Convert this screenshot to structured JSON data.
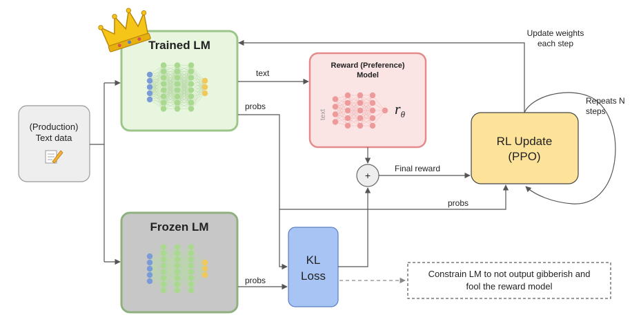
{
  "text_data": {
    "line1": "(Production)",
    "line2": "Text data",
    "icon": "memo-pencil-icon"
  },
  "trained_lm": {
    "title": "Trained LM",
    "badge_icon": "crown-icon"
  },
  "frozen_lm": {
    "title": "Frozen LM"
  },
  "reward_model": {
    "title_line1": "Reward (Preference)",
    "title_line2": "Model",
    "input_label": "text",
    "output_symbol": "r",
    "output_subscript": "θ"
  },
  "rl_update": {
    "line1": "RL Update",
    "line2": "(PPO)"
  },
  "kl_loss": {
    "line1": "KL",
    "line2": "Loss"
  },
  "sum_node": {
    "symbol": "+"
  },
  "constraint_note": {
    "line1": "Constrain LM to not output gibberish and",
    "line2": "fool the reward model"
  },
  "edges": {
    "text": "text",
    "probs_trained": "probs",
    "probs_frozen": "probs",
    "probs_rl": "probs",
    "final_reward": "Final reward",
    "update_weights_line1": "Update weights",
    "update_weights_line2": "each step",
    "repeats_line1": "Repeats N",
    "repeats_line2": "steps"
  },
  "colors": {
    "trained_fill": "#e8f5df",
    "trained_stroke": "#9cc58a",
    "frozen_fill": "#c7c7c7",
    "frozen_stroke": "#8fb07f",
    "reward_fill": "#fbe4e4",
    "reward_stroke": "#e58a8a",
    "rl_fill": "#fde39a",
    "rl_stroke": "#444444",
    "kl_fill": "#a8c4f4",
    "kl_stroke": "#5b7fc4",
    "text_data_fill": "#eeeeee"
  }
}
